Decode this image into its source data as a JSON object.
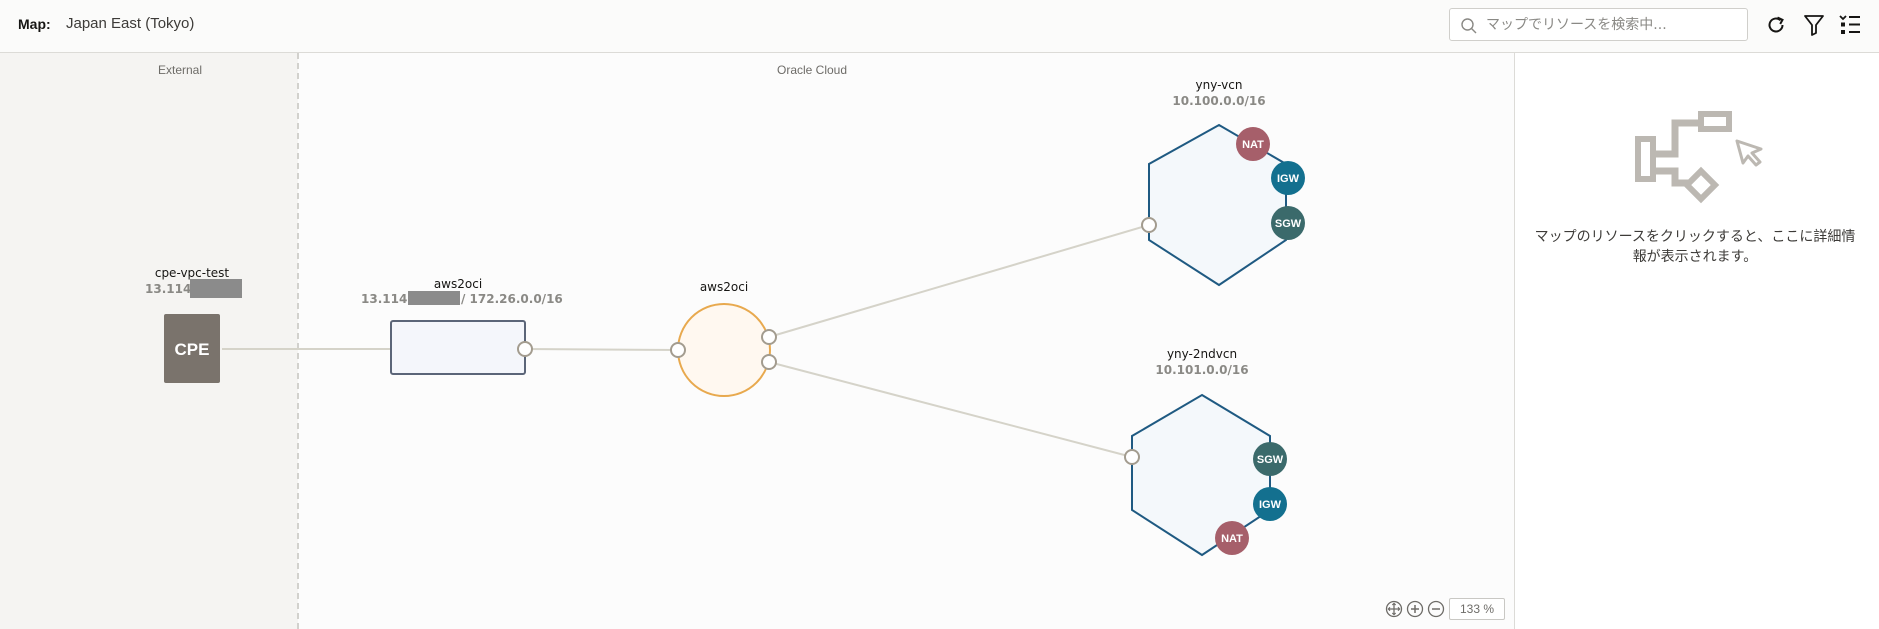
{
  "header": {
    "map_label": "Map:",
    "region": "Japan East (Tokyo)",
    "search_placeholder": "マップでリソースを検索中...",
    "icons": [
      "refresh-icon",
      "filter-icon",
      "layout-list-icon"
    ]
  },
  "zones": {
    "external": "External",
    "oracle_cloud": "Oracle Cloud"
  },
  "nodes": {
    "cpe": {
      "name": "cpe-vpc-test",
      "ip_prefix": "13.114.",
      "badge": "CPE"
    },
    "ipsec": {
      "name": "aws2oci",
      "ip_prefix": "13.114.",
      "ip_suffix": "/ 172.26.0.0/16"
    },
    "drg": {
      "name": "aws2oci"
    },
    "vcn1": {
      "name": "yny-vcn",
      "cidr": "10.100.0.0/16",
      "gateways": [
        "NAT",
        "IGW",
        "SGW"
      ]
    },
    "vcn2": {
      "name": "yny-2ndvcn",
      "cidr": "10.101.0.0/16",
      "gateways": [
        "SGW",
        "IGW",
        "NAT"
      ]
    }
  },
  "side_panel": {
    "message": "マップのリソースをクリックすると、ここに詳細情報が表示されます。"
  },
  "zoom": {
    "value": "133 %"
  },
  "colors": {
    "nat": "#a65f6a",
    "igw": "#13708f",
    "sgw": "#3b6a6b",
    "cpe": "#7a736c",
    "vcn_stroke": "#1f5a82",
    "drg_stroke": "#e8a94e",
    "link": "#d5d3c9",
    "redaction": "#8b8b8b"
  }
}
